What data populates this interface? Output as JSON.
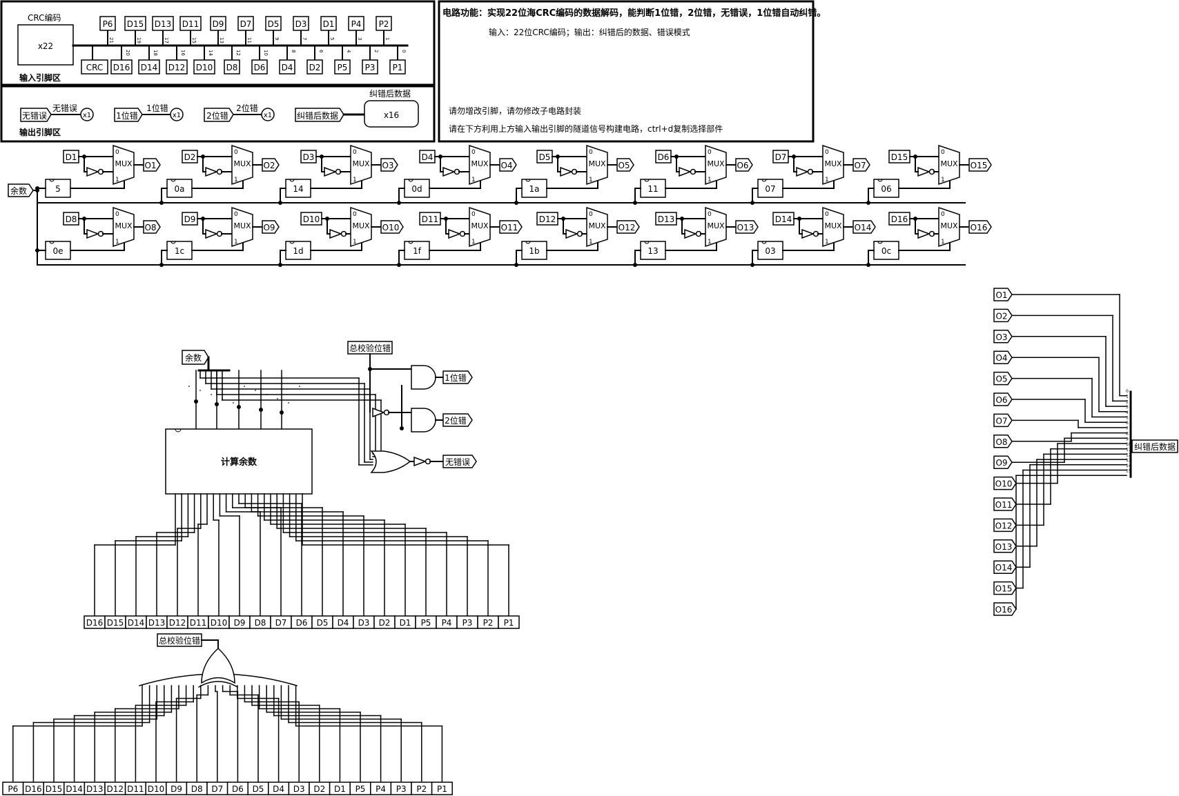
{
  "input_area": {
    "title": "输入引脚区",
    "crc_label": "CRC编码",
    "crc_width": "x22",
    "crc_tunnel": "CRC",
    "top_pins": [
      "P6",
      "D15",
      "D13",
      "D11",
      "D9",
      "D7",
      "D5",
      "D3",
      "D1",
      "P4",
      "P2"
    ],
    "top_bits": [
      "21",
      "19",
      "17",
      "15",
      "13",
      "11",
      "9",
      "7",
      "5",
      "3",
      "1"
    ],
    "bottom_pins": [
      "D16",
      "D14",
      "D12",
      "D10",
      "D8",
      "D6",
      "D4",
      "D2",
      "P5",
      "P3",
      "P1"
    ],
    "bottom_bits": [
      "20",
      "18",
      "16",
      "14",
      "12",
      "10",
      "8",
      "6",
      "4",
      "2",
      "0"
    ]
  },
  "output_area": {
    "title": "输出引脚区",
    "no_error_label": "无错误",
    "one_bit_label": "1位错",
    "two_bit_label": "2位错",
    "corrected_label": "纠错后数据",
    "width_x1": "x1",
    "width_x16": "x16"
  },
  "description": {
    "function": "电路功能：实现22位海CRC编码的数据解码，能判断1位错，2位错，无错误，1位错自动纠错。",
    "io": "输入：22位CRC编码；输出：纠错后的数据、错误模式",
    "warning": "请勿增改引脚，请勿修改子电路封装",
    "hint": "请在下方利用上方输入输出引脚的隧道信号构建电路，ctrl+d复制选择部件"
  },
  "mux_rows": [
    [
      {
        "in": "D1",
        "out": "O1",
        "const": "5"
      },
      {
        "in": "D2",
        "out": "O2",
        "const": "0a"
      },
      {
        "in": "D3",
        "out": "O3",
        "const": "14"
      },
      {
        "in": "D4",
        "out": "O4",
        "const": "0d"
      },
      {
        "in": "D5",
        "out": "O5",
        "const": "1a"
      },
      {
        "in": "D6",
        "out": "O6",
        "const": "11"
      },
      {
        "in": "D7",
        "out": "O7",
        "const": "07"
      },
      {
        "in": "D15",
        "out": "O15",
        "const": "06"
      }
    ],
    [
      {
        "in": "D8",
        "out": "O8",
        "const": "0e"
      },
      {
        "in": "D9",
        "out": "O9",
        "const": "1c"
      },
      {
        "in": "D10",
        "out": "O10",
        "const": "1d"
      },
      {
        "in": "D11",
        "out": "O11",
        "const": "1f"
      },
      {
        "in": "D12",
        "out": "O12",
        "const": "1b"
      },
      {
        "in": "D13",
        "out": "O13",
        "const": "13"
      },
      {
        "in": "D14",
        "out": "O14",
        "const": "03"
      },
      {
        "in": "D16",
        "out": "O16",
        "const": "0c"
      }
    ]
  ],
  "mux_label": "MUX",
  "mux_sel0": "0",
  "mux_sel1": "1",
  "remainder_label": "余数",
  "calc_block": "计算余数",
  "parity_label": "总校验位错",
  "gate_out": {
    "one": "1位错",
    "two": "2位错",
    "none": "无错误"
  },
  "calc_pins": [
    "D16",
    "D15",
    "D14",
    "D13",
    "D12",
    "D11",
    "D10",
    "D9",
    "D8",
    "D7",
    "D6",
    "D5",
    "D4",
    "D3",
    "D2",
    "D1",
    "P5",
    "P4",
    "P3",
    "P2",
    "P1"
  ],
  "parity_pins": [
    "P6",
    "D16",
    "D15",
    "D14",
    "D13",
    "D12",
    "D11",
    "D10",
    "D9",
    "D8",
    "D7",
    "D6",
    "D5",
    "D4",
    "D3",
    "D2",
    "D1",
    "P5",
    "P4",
    "P3",
    "P2",
    "P1"
  ],
  "splitter_outputs": [
    "O1",
    "O2",
    "O3",
    "O4",
    "O5",
    "O6",
    "O7",
    "O8",
    "O9",
    "O10",
    "O11",
    "O12",
    "O13",
    "O14",
    "O15",
    "O16"
  ],
  "splitter_bits": [
    "0",
    "1",
    "2",
    "3",
    "4",
    "5",
    "6",
    "7",
    "8",
    "9",
    "10",
    "11",
    "12",
    "13",
    "14",
    "15"
  ],
  "splitter_target": "纠错后数据"
}
